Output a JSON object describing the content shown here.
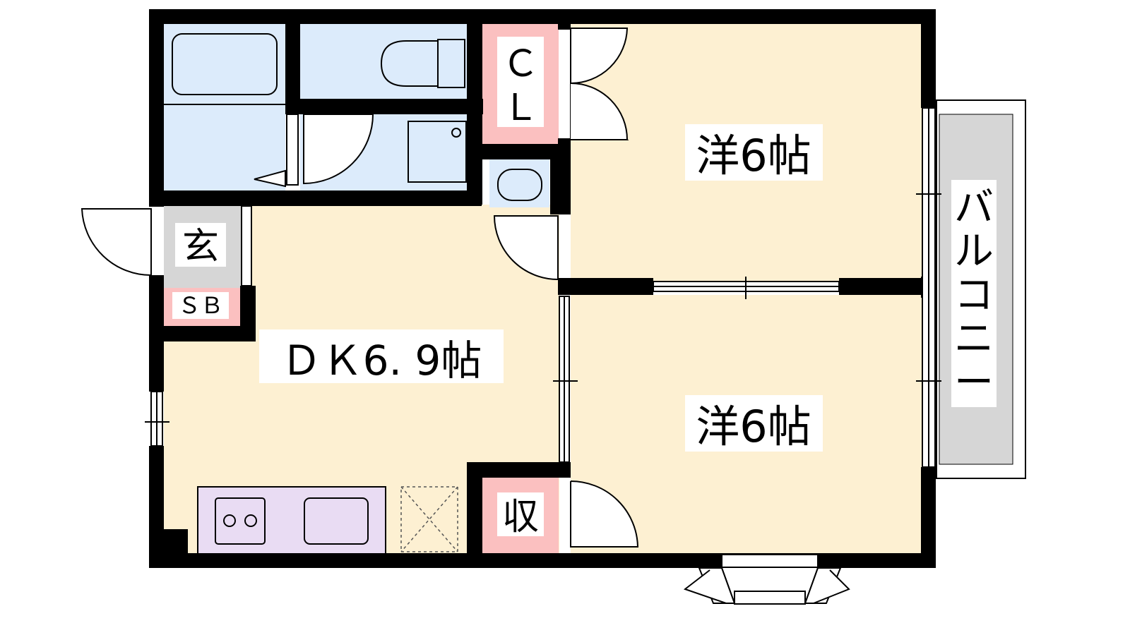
{
  "rooms": {
    "western_upper": "洋6帖",
    "western_lower": "洋6帖",
    "dk": "ＤＫ6. 9帖",
    "entrance": "玄",
    "shoe_box": "ＳＢ",
    "closet_c": "Ｃ",
    "closet_l": "Ｌ",
    "storage": "収",
    "balcony": [
      "バ",
      "ル",
      "コ",
      "ニ",
      "ー"
    ]
  },
  "colors": {
    "wall": "#000000",
    "room_floor": "#fdf0d2",
    "wet_area": "#dcebfb",
    "entrance_floor": "#d6d6d6",
    "closet": "#fbc0c0",
    "kitchen": "#e9dcf3",
    "balcony": "#d6d6d6"
  }
}
